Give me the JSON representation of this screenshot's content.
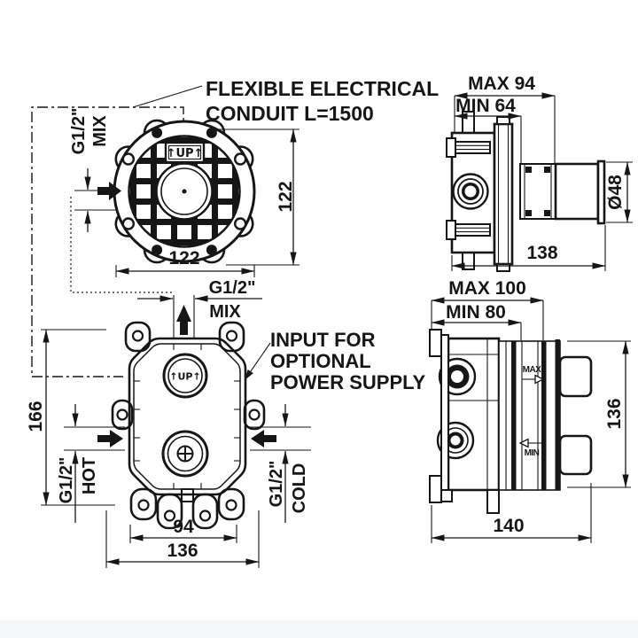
{
  "annotations": {
    "conduit_line1": "FLEXIBLE ELECTRICAL",
    "conduit_line2": "CONDUIT L=1500",
    "power_line1": "INPUT FOR",
    "power_line2": "OPTIONAL",
    "power_line3": "POWER SUPPLY"
  },
  "top_view": {
    "up_badge": "↑UP↑",
    "mix_thread": "G1/2\"",
    "mix_label": "MIX",
    "width": "122",
    "height": "122"
  },
  "side_top": {
    "max_embed": "MAX 94",
    "min_embed": "MIN 64",
    "depth": "138",
    "tube_diameter": "Ø48"
  },
  "front_view": {
    "up_badge": "↑UP↑",
    "mix_thread": "G1/2\"",
    "mix_label": "MIX",
    "hot_thread": "G1/2\"",
    "hot_label": "HOT",
    "cold_thread": "G1/2\"",
    "cold_label": "COLD",
    "height": "166",
    "inner_width": "94",
    "outer_width": "136"
  },
  "side_bottom": {
    "max_embed": "MAX 100",
    "min_embed": "MIN 80",
    "depth": "140",
    "height": "136",
    "marker_max": "MAX",
    "marker_min": "MIN"
  },
  "colors": {
    "ink": "#161616",
    "paper": "#ffffff"
  }
}
